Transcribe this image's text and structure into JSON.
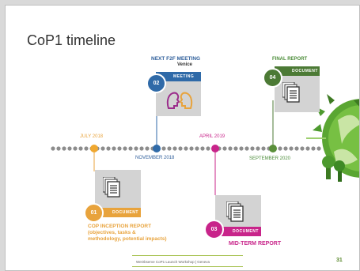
{
  "slide": {
    "title": "CoP1 timeline",
    "footer": "WeObserve CoP1 Launch Workshop | Geneva",
    "page_number": "31"
  },
  "timeline": {
    "dates": {
      "july_2018": "JULY 2018",
      "november_2018": "NOVEMBER 2018",
      "april_2019": "APRIL 2019",
      "september_2020": "SEPTEMBER 2020"
    }
  },
  "milestones": {
    "m01": {
      "number": "01",
      "type": "DOCUMENT",
      "title": "COP INCEPTION REPORT (objectives, tasks & methodology, potential impacts)",
      "color": "#e8a33c"
    },
    "m02": {
      "number": "02",
      "type": "MEETING",
      "title": "NEXT F2F MEETING",
      "subtitle": "Venice",
      "color": "#2f6aa8"
    },
    "m03": {
      "number": "03",
      "type": "DOCUMENT",
      "title": "MID-TERM REPORT",
      "color": "#c8248a"
    },
    "m04": {
      "number": "04",
      "type": "DOCUMENT",
      "title": "FINAL REPORT",
      "color": "#4c7a35"
    }
  },
  "icons": [
    "document-icon",
    "meeting-heads-icon",
    "globe-illustration"
  ]
}
